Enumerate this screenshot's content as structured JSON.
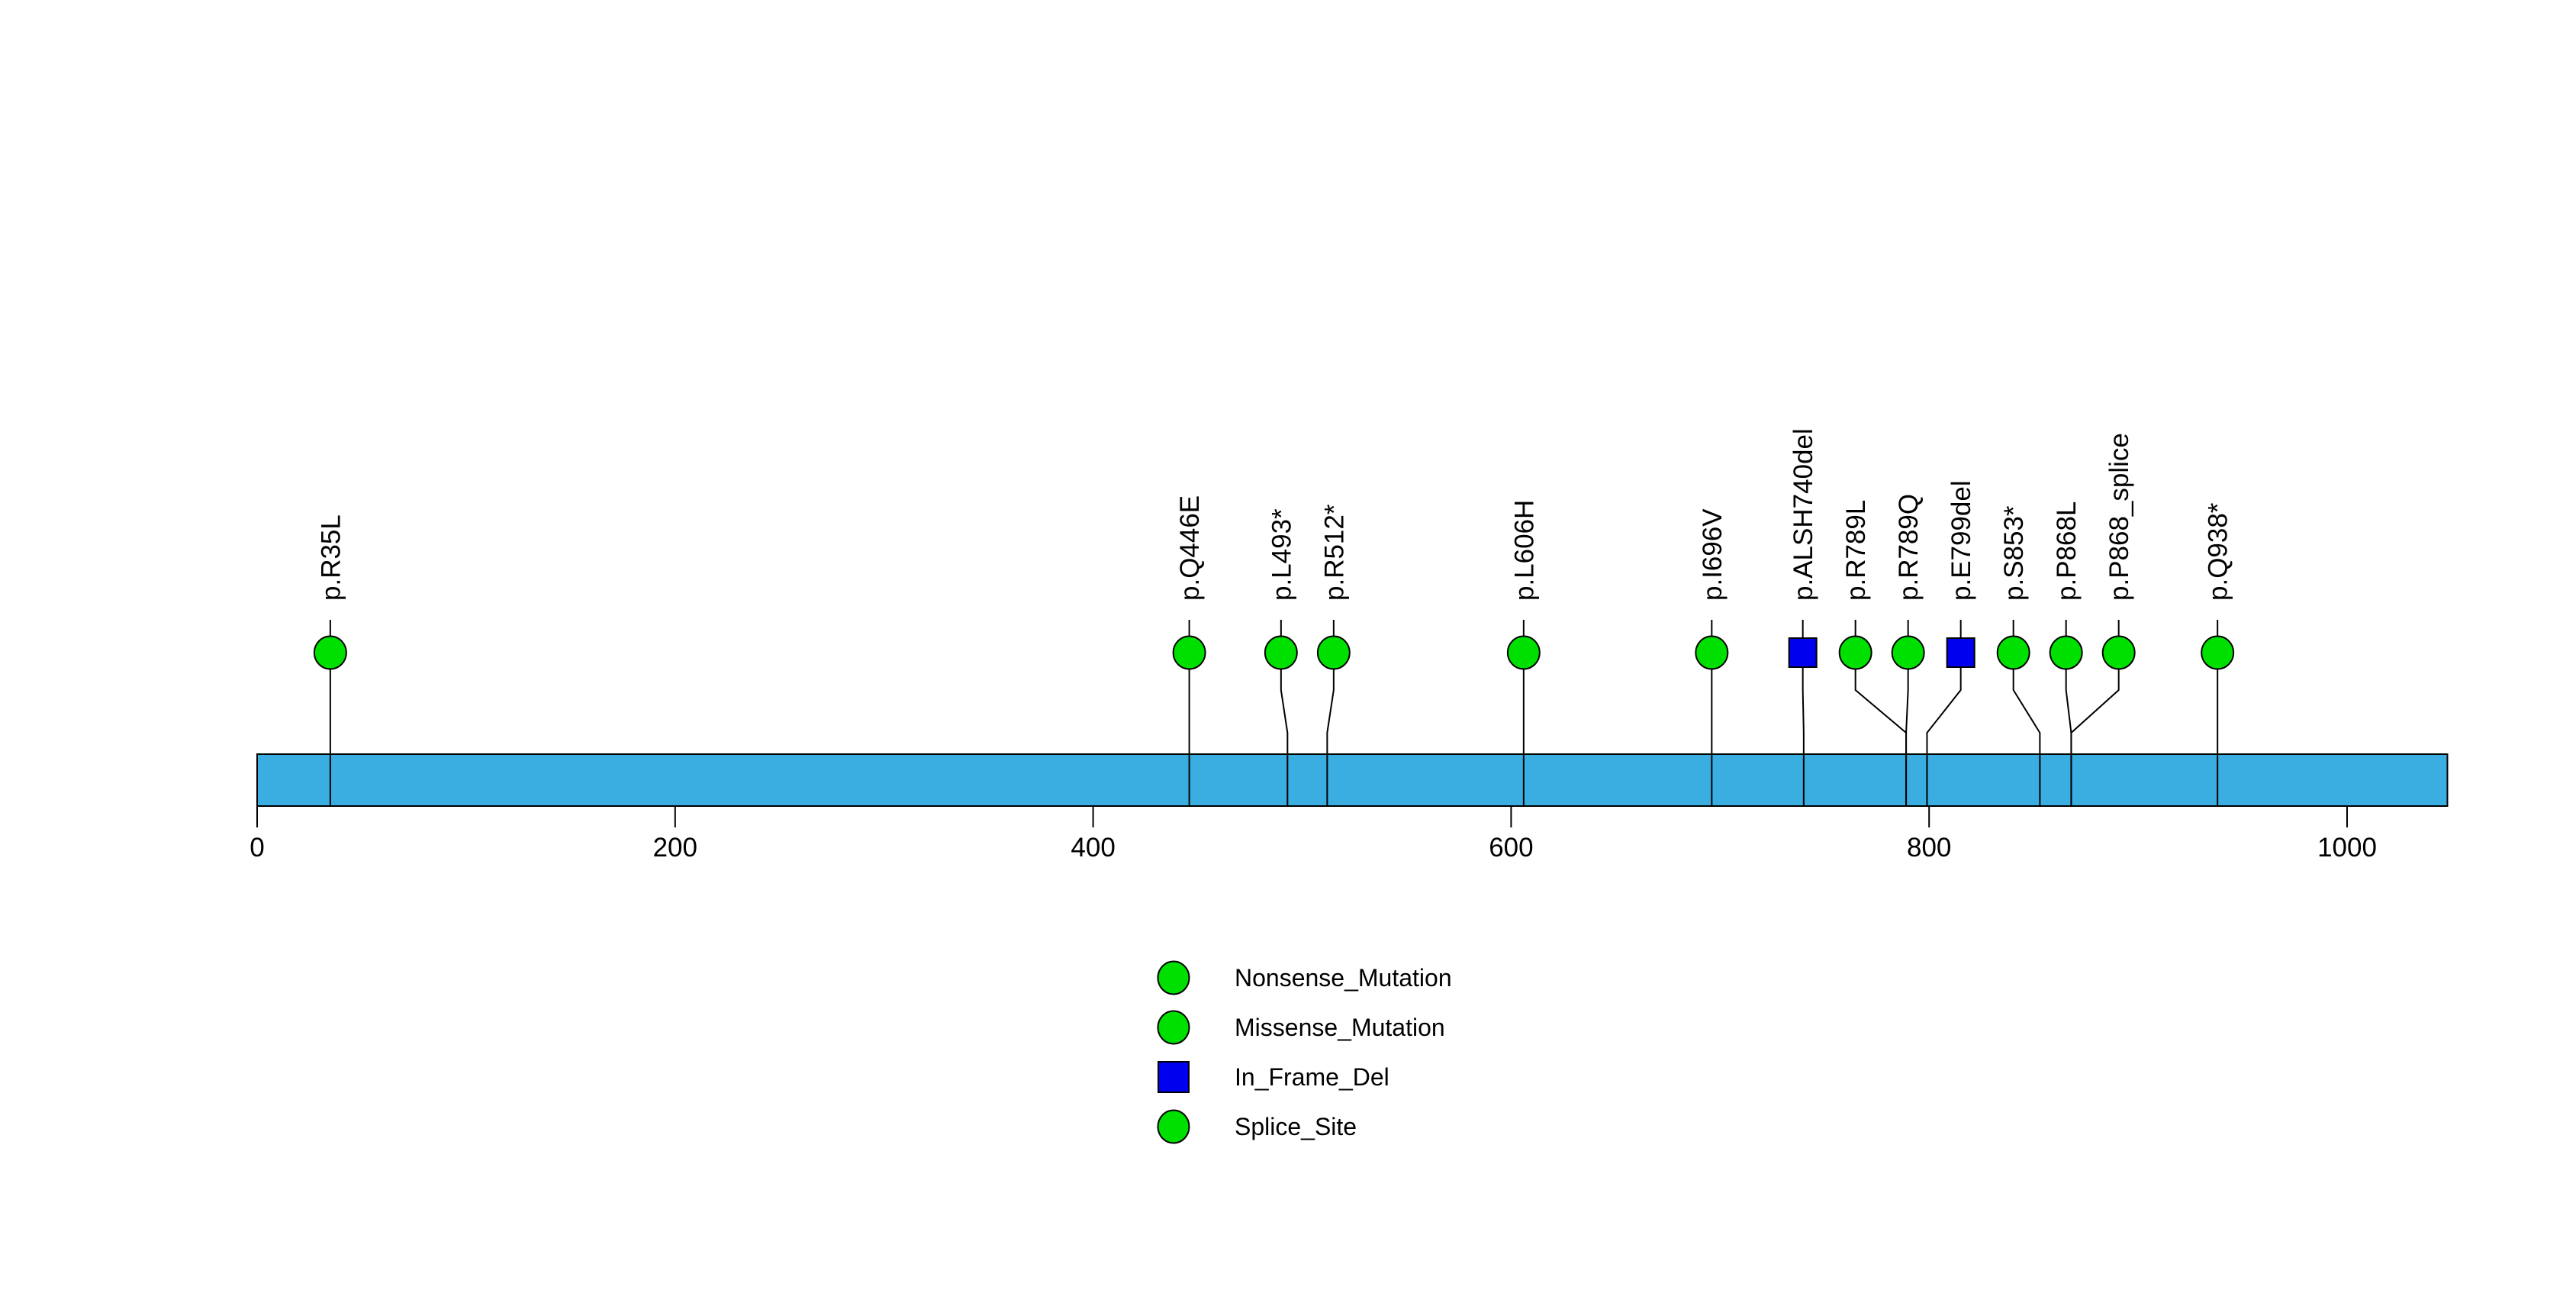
{
  "chart_data": {
    "type": "lollipop",
    "title": "",
    "xlabel": "",
    "ylabel": "",
    "xlim": [
      0,
      1048
    ],
    "x_ticks": [
      0,
      200,
      400,
      600,
      800,
      1000
    ],
    "grid": false,
    "legend_position": "bottom-center",
    "colors": {
      "protein_bar": "#3AADE1",
      "outline": "#000000",
      "Nonsense_Mutation": "#00E000",
      "Missense_Mutation": "#00E000",
      "In_Frame_Del": "#0000EE",
      "Splice_Site": "#00E000"
    },
    "shapes": {
      "Nonsense_Mutation": "circle",
      "Missense_Mutation": "circle",
      "In_Frame_Del": "square",
      "Splice_Site": "circle"
    },
    "mutations": [
      {
        "label": "p.R35L",
        "position": 35,
        "type": "Missense_Mutation"
      },
      {
        "label": "p.Q446E",
        "position": 446,
        "type": "Missense_Mutation"
      },
      {
        "label": "p.L493*",
        "position": 493,
        "type": "Nonsense_Mutation"
      },
      {
        "label": "p.R512*",
        "position": 512,
        "type": "Nonsense_Mutation"
      },
      {
        "label": "p.L606H",
        "position": 606,
        "type": "Missense_Mutation"
      },
      {
        "label": "p.I696V",
        "position": 696,
        "type": "Missense_Mutation"
      },
      {
        "label": "p.ALSH740del",
        "position": 740,
        "type": "In_Frame_Del"
      },
      {
        "label": "p.R789L",
        "position": 789,
        "type": "Missense_Mutation"
      },
      {
        "label": "p.R789Q",
        "position": 789,
        "type": "Missense_Mutation"
      },
      {
        "label": "p.E799del",
        "position": 799,
        "type": "In_Frame_Del"
      },
      {
        "label": "p.S853*",
        "position": 853,
        "type": "Nonsense_Mutation"
      },
      {
        "label": "p.P868L",
        "position": 868,
        "type": "Missense_Mutation"
      },
      {
        "label": "p.P868_splice",
        "position": 868,
        "type": "Splice_Site"
      },
      {
        "label": "p.Q938*",
        "position": 938,
        "type": "Nonsense_Mutation"
      }
    ],
    "legend": [
      {
        "label": "Nonsense_Mutation",
        "shape": "circle",
        "color": "#00E000"
      },
      {
        "label": "Missense_Mutation",
        "shape": "circle",
        "color": "#00E000"
      },
      {
        "label": "In_Frame_Del",
        "shape": "square",
        "color": "#0000EE"
      },
      {
        "label": "Splice_Site",
        "shape": "circle",
        "color": "#00E000"
      }
    ]
  }
}
